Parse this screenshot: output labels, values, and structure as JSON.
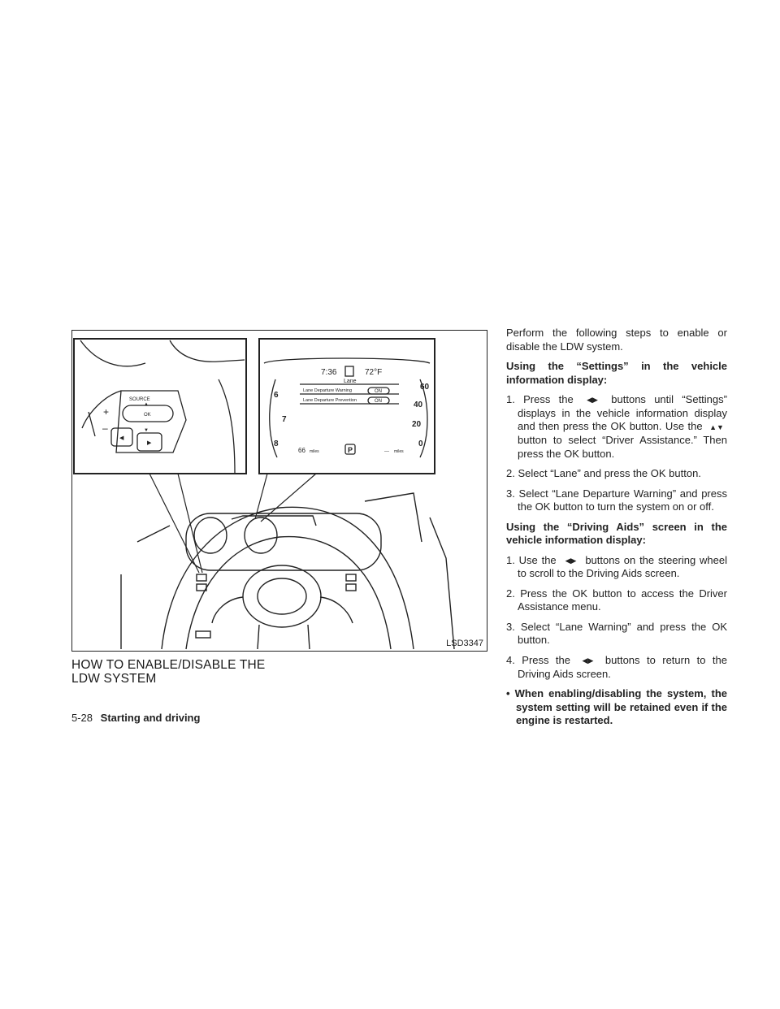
{
  "figure": {
    "code": "LSD3347",
    "steering_labels": {
      "source": "SOURCE",
      "ok": "OK",
      "plus": "+",
      "minus": "–"
    },
    "display": {
      "time": "7:36",
      "temp": "72°F",
      "menu_title": "Lane",
      "item1": "Lane Departure Warning",
      "item2": "Lane Departure Prevention",
      "on": "ON",
      "range": "66",
      "range_unit": "miles",
      "gear": "P",
      "fuel_unit": "miles",
      "fuel_dashes": "---",
      "tach": [
        "6",
        "7",
        "8"
      ],
      "speed": [
        "60",
        "40",
        "20",
        "0"
      ]
    }
  },
  "heading": {
    "line1": "HOW TO ENABLE/DISABLE THE",
    "line2": "LDW SYSTEM"
  },
  "intro": "Perform the following steps to enable or disable the LDW system.",
  "section1": {
    "title": "Using the “Settings” in the vehicle information display:",
    "s1_pre": "1. Press the",
    "s1_post": "buttons until “Settings” displays in the vehicle information display and then press the OK button. Use the",
    "s1_post2": "button to select “Driver Assistance.” Then press the OK button.",
    "s2": "2. Select “Lane” and press the OK button.",
    "s3": "3. Select “Lane Departure Warning” and press the OK button to turn the system on or off."
  },
  "section2": {
    "title": "Using the “Driving Aids” screen in the vehicle information display:",
    "s1_pre": "1. Use the",
    "s1_post": "buttons on the steering wheel to scroll to the Driving Aids screen.",
    "s2": "2. Press the OK button to access the Driver Assistance menu.",
    "s3": "3. Select “Lane Warning” and press the OK button.",
    "s4_pre": "4. Press the",
    "s4_post": "buttons to return to the Driving Aids screen."
  },
  "note": "When enabling/disabling the system, the system setting will be retained even if the engine is restarted.",
  "footer": {
    "page": "5-28",
    "title": "Starting and driving"
  },
  "icons": {
    "left_right": "◀▶",
    "up_down": "▲▼"
  }
}
